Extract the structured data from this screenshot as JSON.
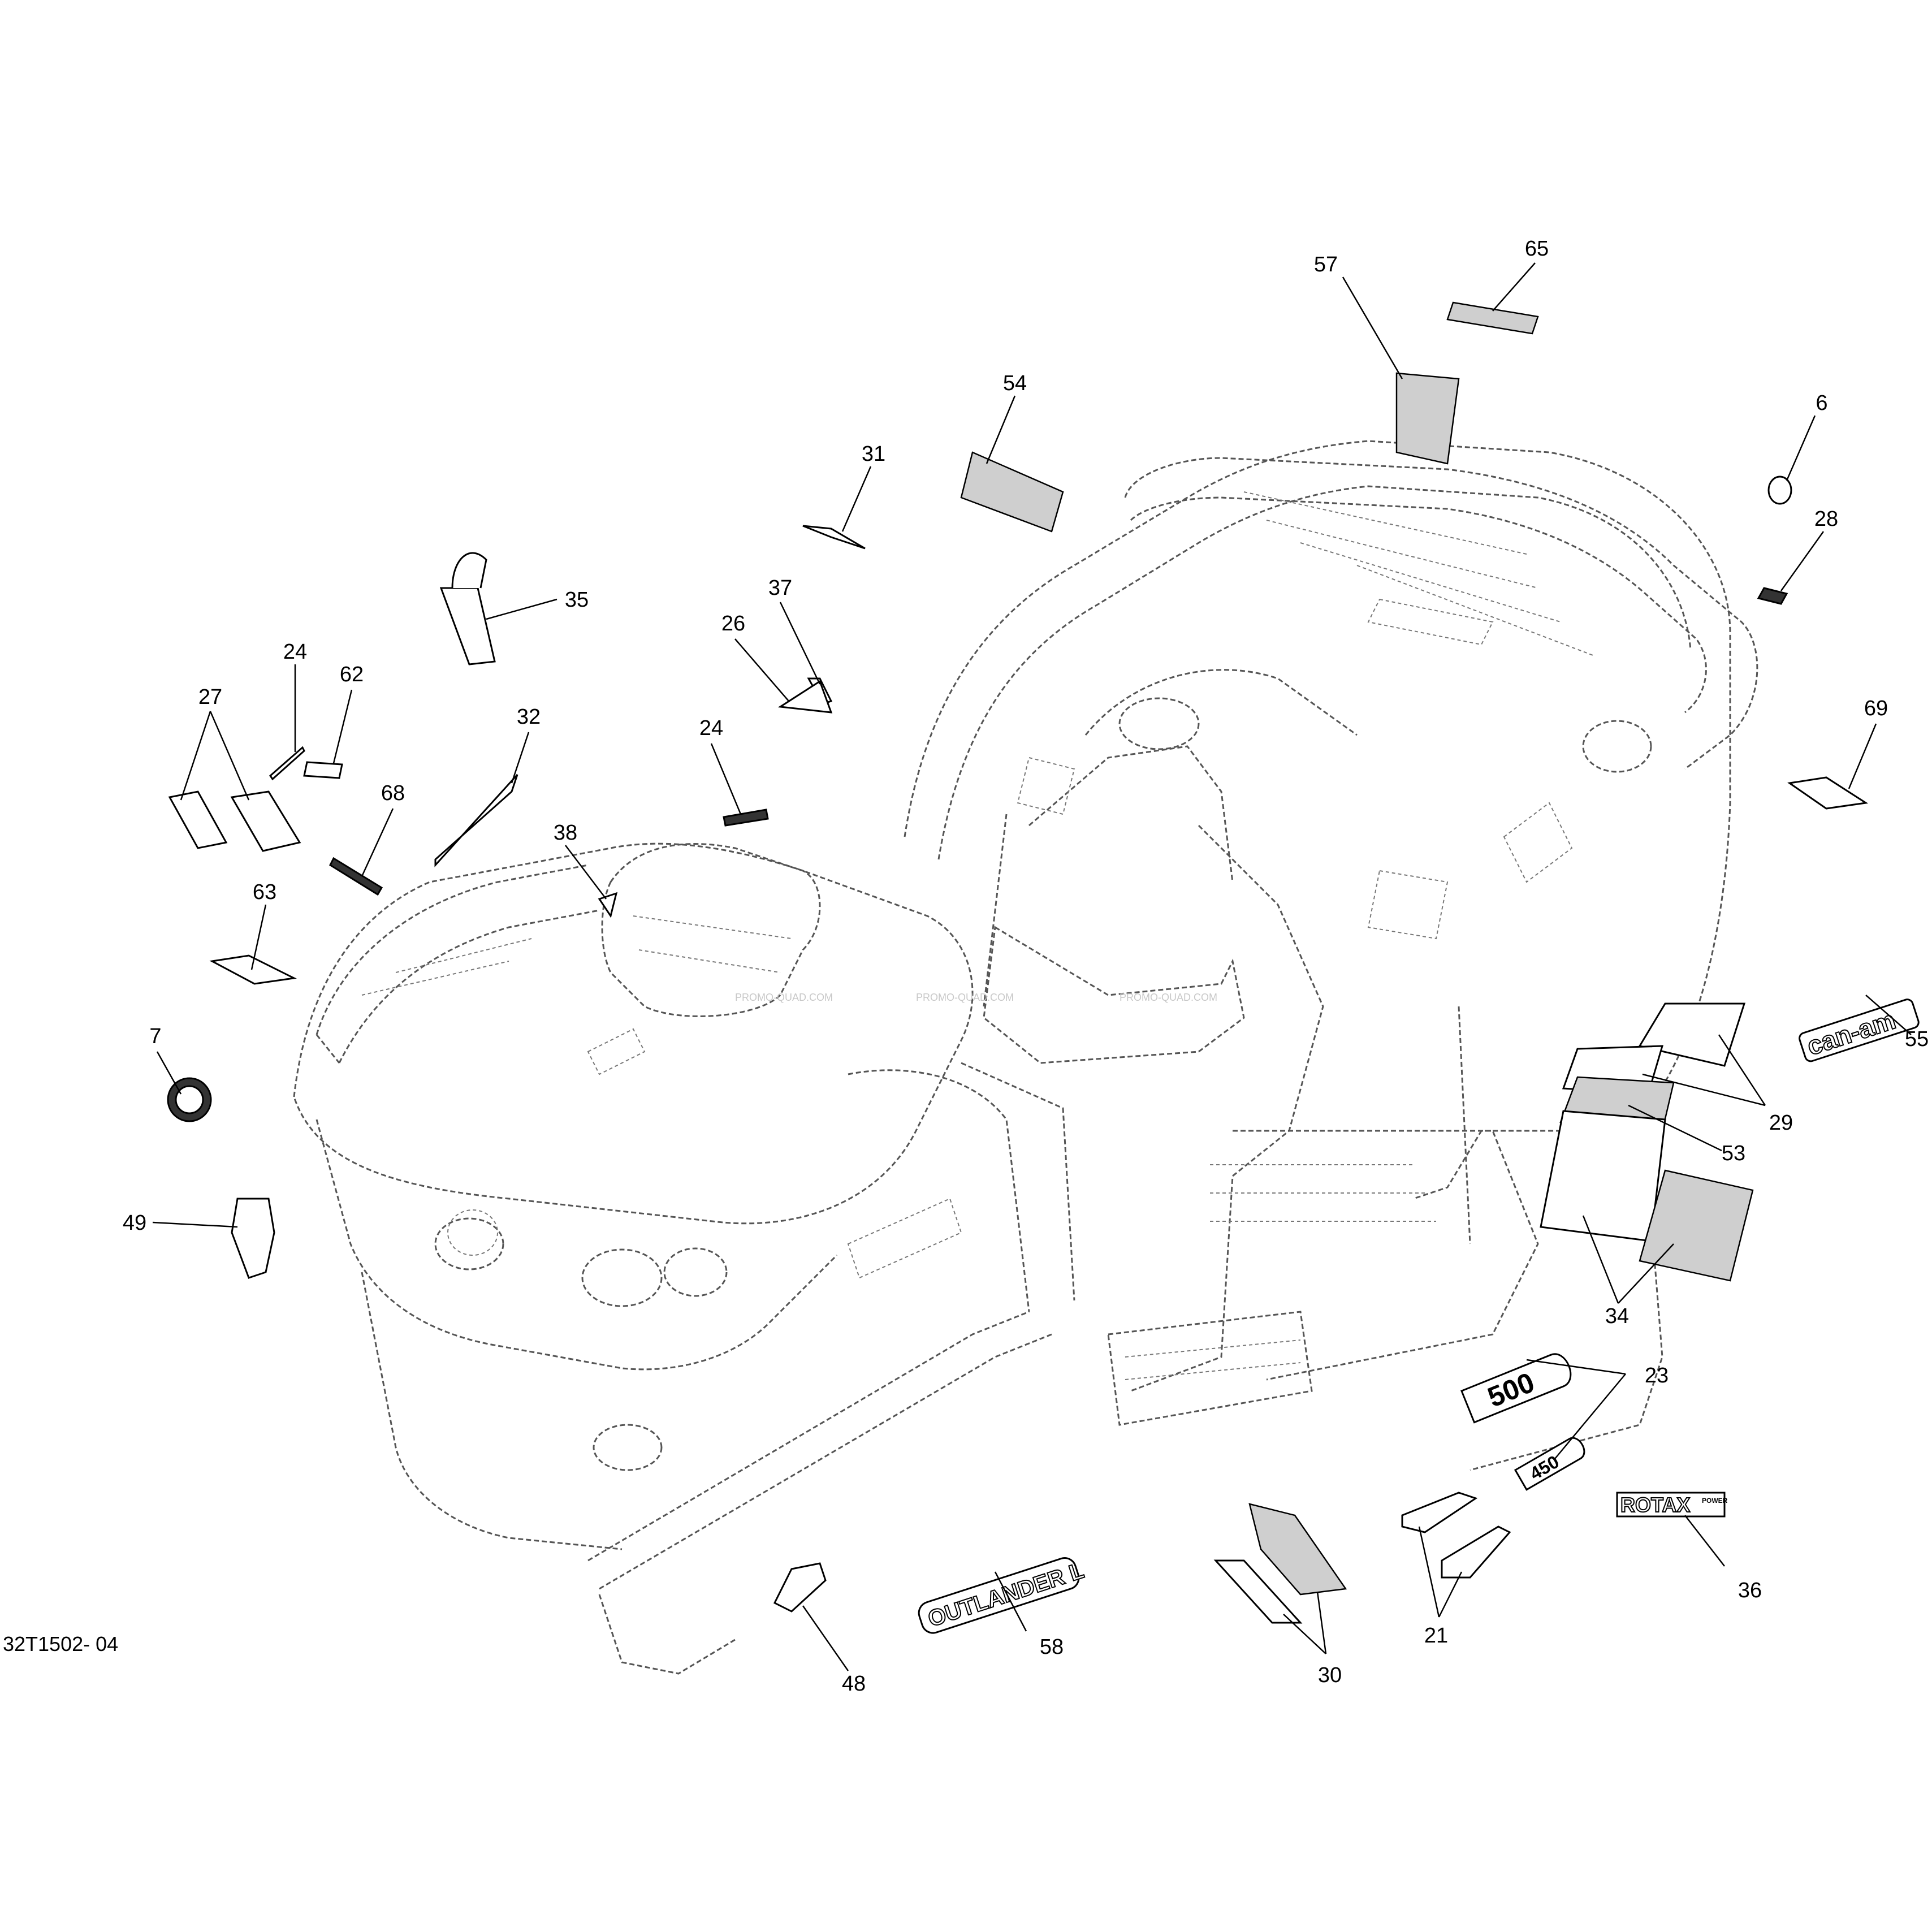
{
  "document_id": "32T1502- 04",
  "watermark": "PROMO-QUAD.COM",
  "decal_text": {
    "outlander": "OUTLANDER L",
    "canam": "can-am",
    "rotax": "ROTAX",
    "rotax_power": "POWER",
    "model_500": "500",
    "model_450": "450"
  },
  "callouts": [
    {
      "id": "c65",
      "label": "65"
    },
    {
      "id": "c57",
      "label": "57"
    },
    {
      "id": "c54",
      "label": "54"
    },
    {
      "id": "c6",
      "label": "6"
    },
    {
      "id": "c31",
      "label": "31"
    },
    {
      "id": "c28",
      "label": "28"
    },
    {
      "id": "c35",
      "label": "35"
    },
    {
      "id": "c37",
      "label": "37"
    },
    {
      "id": "c26",
      "label": "26"
    },
    {
      "id": "c24a",
      "label": "24"
    },
    {
      "id": "c62",
      "label": "62"
    },
    {
      "id": "c27",
      "label": "27"
    },
    {
      "id": "c32",
      "label": "32"
    },
    {
      "id": "c24b",
      "label": "24"
    },
    {
      "id": "c69",
      "label": "69"
    },
    {
      "id": "c68",
      "label": "68"
    },
    {
      "id": "c38",
      "label": "38"
    },
    {
      "id": "c63",
      "label": "63"
    },
    {
      "id": "c55",
      "label": "55"
    },
    {
      "id": "c7",
      "label": "7"
    },
    {
      "id": "c29",
      "label": "29"
    },
    {
      "id": "c53",
      "label": "53"
    },
    {
      "id": "c49",
      "label": "49"
    },
    {
      "id": "c34",
      "label": "34"
    },
    {
      "id": "c23",
      "label": "23"
    },
    {
      "id": "c36",
      "label": "36"
    },
    {
      "id": "c21",
      "label": "21"
    },
    {
      "id": "c58",
      "label": "58"
    },
    {
      "id": "c30",
      "label": "30"
    },
    {
      "id": "c48",
      "label": "48"
    }
  ]
}
